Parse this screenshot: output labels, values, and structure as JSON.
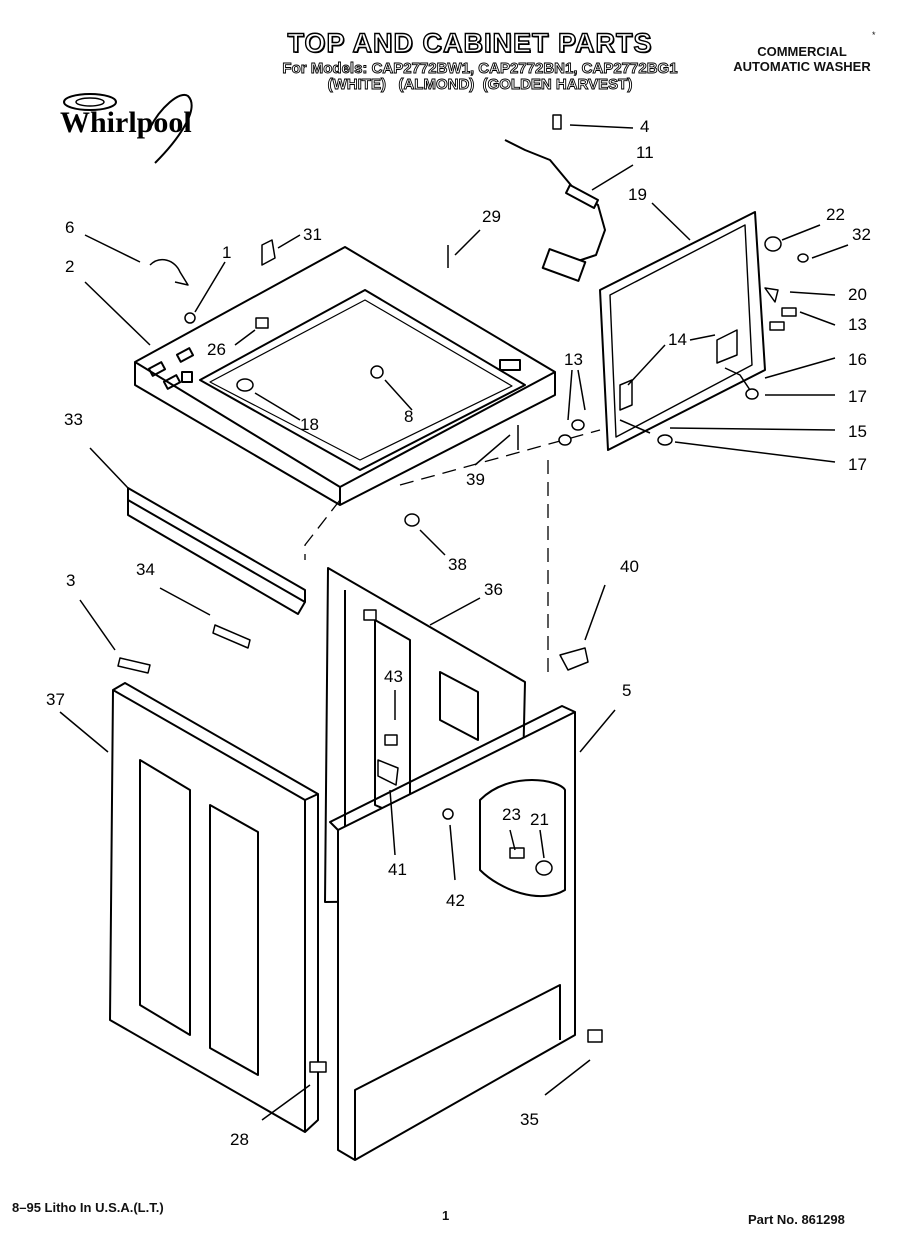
{
  "header": {
    "title": "TOP AND CABINET PARTS",
    "models_line": "For Models: CAP2772BW1, CAP2772BN1, CAP2772BG1",
    "colors_line": "(WHITE)   (ALMOND)  (GOLDEN HARVEST)",
    "product_line1": "COMMERCIAL",
    "product_line2": "AUTOMATIC WASHER",
    "corner_mark": "*"
  },
  "logo": {
    "brand": "Whirlpool"
  },
  "part_numbers": {
    "p1": "1",
    "p2": "2",
    "p3": "3",
    "p4": "4",
    "p5": "5",
    "p6": "6",
    "p8": "8",
    "p11": "11",
    "p13a": "13",
    "p13b": "13",
    "p14": "14",
    "p15": "15",
    "p16": "16",
    "p17a": "17",
    "p17b": "17",
    "p18": "18",
    "p19": "19",
    "p20": "20",
    "p21": "21",
    "p22": "22",
    "p23": "23",
    "p26": "26",
    "p28": "28",
    "p29": "29",
    "p31": "31",
    "p32": "32",
    "p33": "33",
    "p34": "34",
    "p35": "35",
    "p36": "36",
    "p37": "37",
    "p38": "38",
    "p39": "39",
    "p40": "40",
    "p41": "41",
    "p42": "42",
    "p43": "43"
  },
  "footer": {
    "litho": "8–95 Litho In U.S.A.(L.T.)",
    "page": "1",
    "part_no": "Part No. 861298"
  }
}
